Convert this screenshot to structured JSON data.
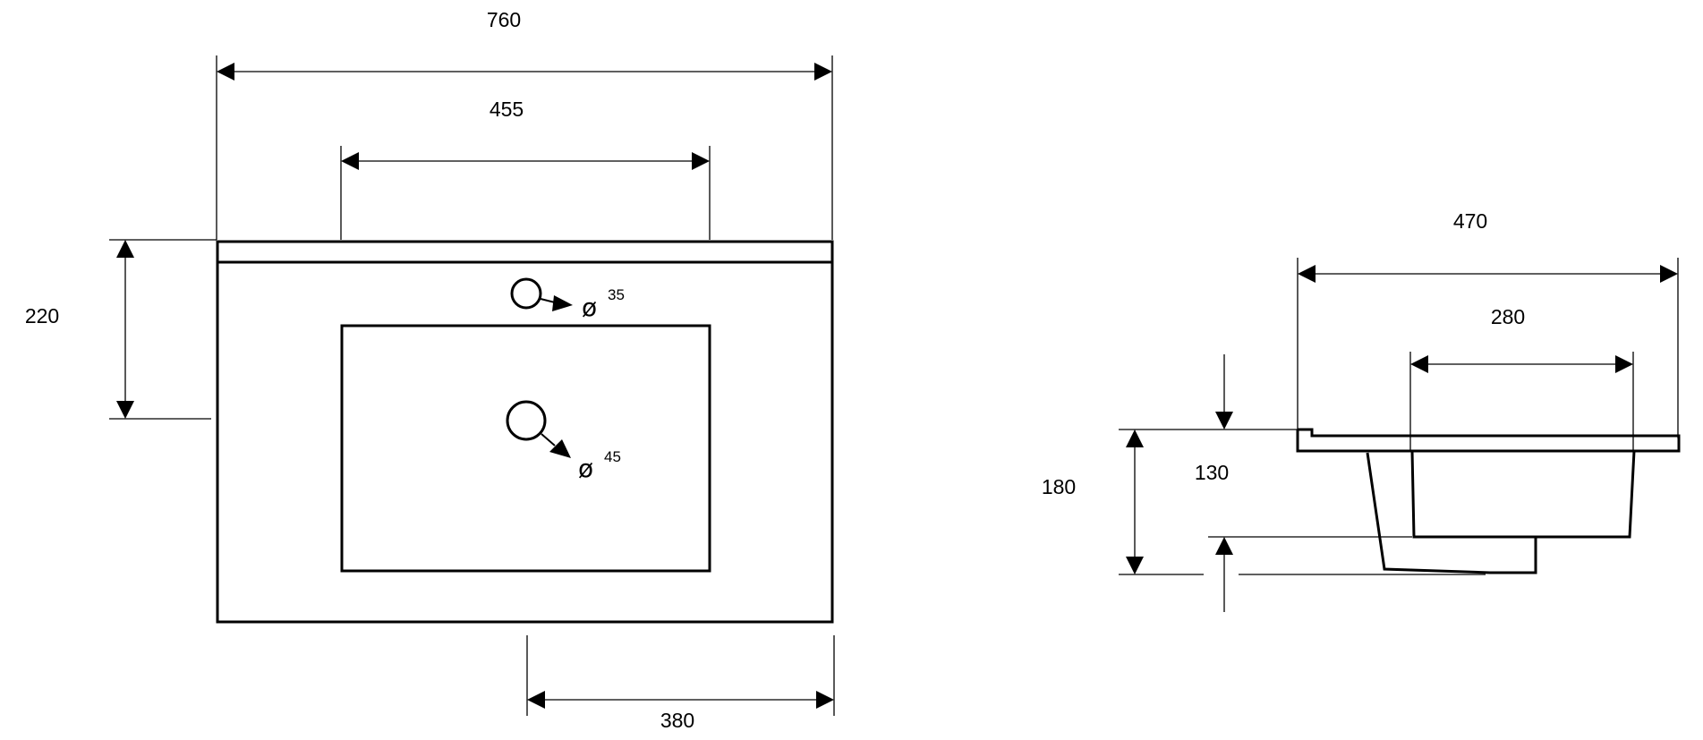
{
  "front_view": {
    "dim_width_total": "760",
    "dim_basin_width": "455",
    "dim_depth_front": "220",
    "dim_drain_offset": "380",
    "tap_hole": {
      "symbol": "ø",
      "value": "35"
    },
    "drain_hole": {
      "symbol": "ø",
      "value": "45"
    }
  },
  "side_view": {
    "dim_depth_total": "470",
    "dim_basin_depth": "280",
    "dim_height_total": "180",
    "dim_basin_height": "130"
  }
}
